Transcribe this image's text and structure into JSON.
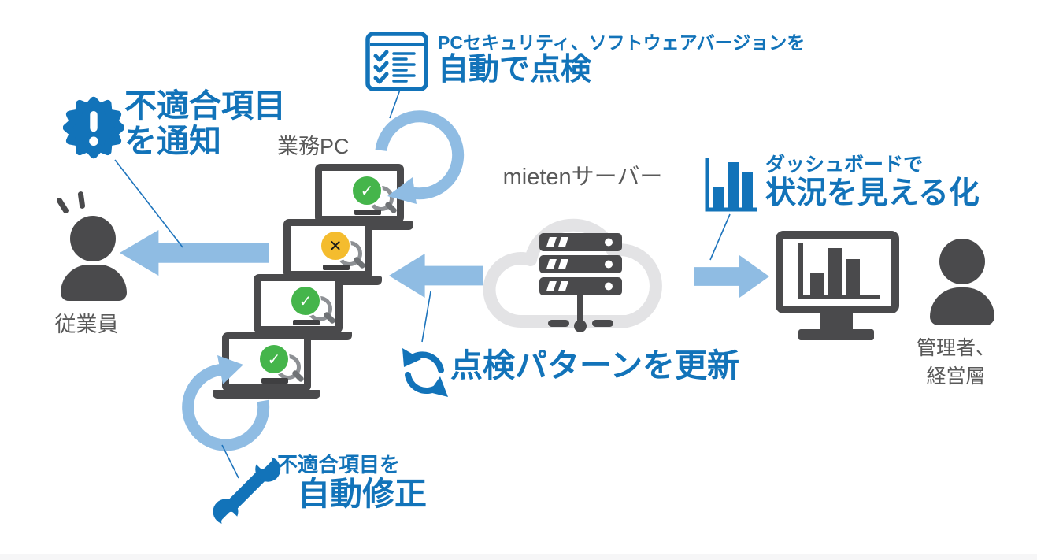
{
  "colors": {
    "accent_blue": "#1273b9",
    "arrow_light_blue": "#8fbce3",
    "icon_dark_gray": "#4a4a4c",
    "label_gray": "#595959",
    "cloud_gray": "#e3e3e5",
    "status_ok_green": "#45b54b",
    "status_ng_orange": "#f4bc2e"
  },
  "steps": {
    "auto_check": {
      "line1": "PCセキュリティ、ソフトウェアバージョンを",
      "line2": "自動で点検",
      "icon": "checklist-icon"
    },
    "notify": {
      "line1": "不適合項目",
      "line2": "を通知",
      "icon": "alert-badge-icon"
    },
    "visualize": {
      "line1": "ダッシュボードで",
      "line2": "状況を見える化",
      "icon": "bar-chart-icon"
    },
    "update": {
      "label": "点検パターンを更新",
      "icon": "refresh-icon"
    },
    "auto_fix": {
      "line1": "不適合項目を",
      "line2": "自動修正",
      "icon": "wrench-icon"
    }
  },
  "labels": {
    "business_pc": "業務PC",
    "employee": "従業員",
    "server": "mietenサーバー",
    "admin_line1": "管理者、",
    "admin_line2": "経営層"
  },
  "laptops": [
    {
      "status": "ok",
      "glyph": "✓"
    },
    {
      "status": "ng",
      "glyph": "✕"
    },
    {
      "status": "ok",
      "glyph": "✓"
    },
    {
      "status": "ok",
      "glyph": "✓"
    }
  ]
}
